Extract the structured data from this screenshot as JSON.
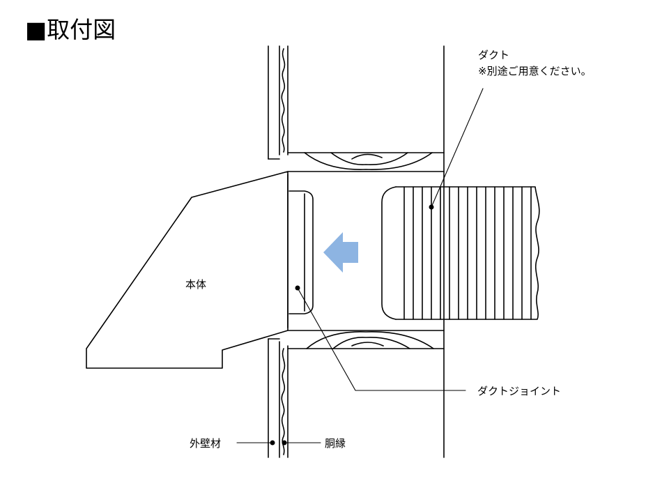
{
  "title": "■取付図",
  "labels": {
    "duct": "ダクト",
    "duct_note": "※別途ご用意ください。",
    "body": "本体",
    "duct_joint": "ダクトジョイント",
    "outer_wall": "外壁材",
    "furring": "胴縁"
  },
  "colors": {
    "arrow": "#8db4e2",
    "line": "#000000",
    "background": "#ffffff"
  },
  "icons": {
    "flow_direction": "arrow-left-icon"
  }
}
